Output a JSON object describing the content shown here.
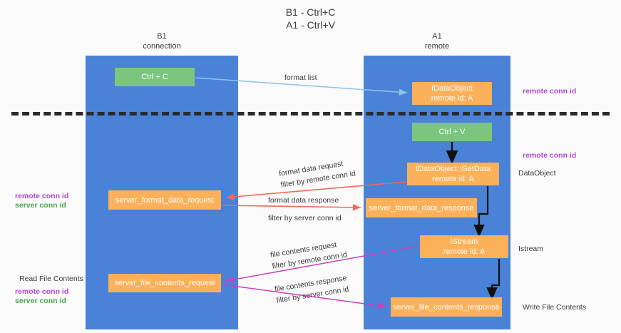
{
  "title": {
    "line1": "B1 - Ctrl+C",
    "line2": "A1 - Ctrl+V"
  },
  "lanes": [
    {
      "id": "b1",
      "name": "B1",
      "role": "connection"
    },
    {
      "id": "a1",
      "name": "A1",
      "role": "remote"
    }
  ],
  "boxes": {
    "ctrl_c": {
      "label": "Ctrl + C",
      "color": "#7cc57f"
    },
    "idataobject": {
      "line1": "IDataObject",
      "line2": "remote id: A",
      "color": "#fbb05a"
    },
    "ctrl_v": {
      "label": "Ctrl + V",
      "color": "#7cc57f"
    },
    "getdata": {
      "line1": "IDataObject::GetData",
      "line2": "remote id: A",
      "color": "#fbb05a"
    },
    "server_format_data_request": {
      "label": "server_format_data_request",
      "color": "#fbb05a"
    },
    "server_format_data_response": {
      "label": "server_format_data_response",
      "color": "#fbb05a"
    },
    "istream": {
      "line1": "IStream",
      "line2": "remote id: A",
      "color": "#fbb05a"
    },
    "server_file_contents_request": {
      "label": "server_file_contents_request",
      "color": "#fbb05a"
    },
    "server_file_contents_response": {
      "label": "server_file_contents_response",
      "color": "#fbb05a"
    }
  },
  "edges": {
    "format_list": "format list",
    "format_data_request": "format data request",
    "format_data_request_filter_prefix": "filter by ",
    "format_data_request_filter_key": "remote conn id",
    "format_data_response": "format data response",
    "format_data_response_filter_prefix": "filter by ",
    "format_data_response_filter_key": "server conn id",
    "file_contents_request": "file contents request",
    "file_contents_request_filter_prefix": "filter by ",
    "file_contents_request_filter_key": "remote conn id",
    "file_contents_response": "file contents response",
    "file_contents_response_filter_prefix": "filter by ",
    "file_contents_response_filter_key": "server conn id"
  },
  "right_labels": {
    "remote_conn_id_top": "remote conn id",
    "remote_conn_id_mid": "remote conn id",
    "dataobject": "DataObject",
    "istream": "Istream",
    "write_file_contents": "Write File Contents"
  },
  "left_labels": {
    "remote_conn_id_a": "remote conn id",
    "server_conn_id_a": "server conn id",
    "read_file_contents": "Read File Contents",
    "remote_conn_id_b": "remote conn id",
    "server_conn_id_b": "server conn id"
  },
  "colors": {
    "lane": "#4a82d8",
    "green_box": "#7cc57f",
    "orange_box": "#fbb05a",
    "purple_text": "#b04ad0",
    "green_text": "#4aa84e",
    "arrow_blue": "#8fc4e8",
    "arrow_red": "#ef6a5a",
    "arrow_magenta": "#cc3fc0",
    "arrow_black": "#111111",
    "divider": "#2b2b2b",
    "background": "#fafafa"
  }
}
